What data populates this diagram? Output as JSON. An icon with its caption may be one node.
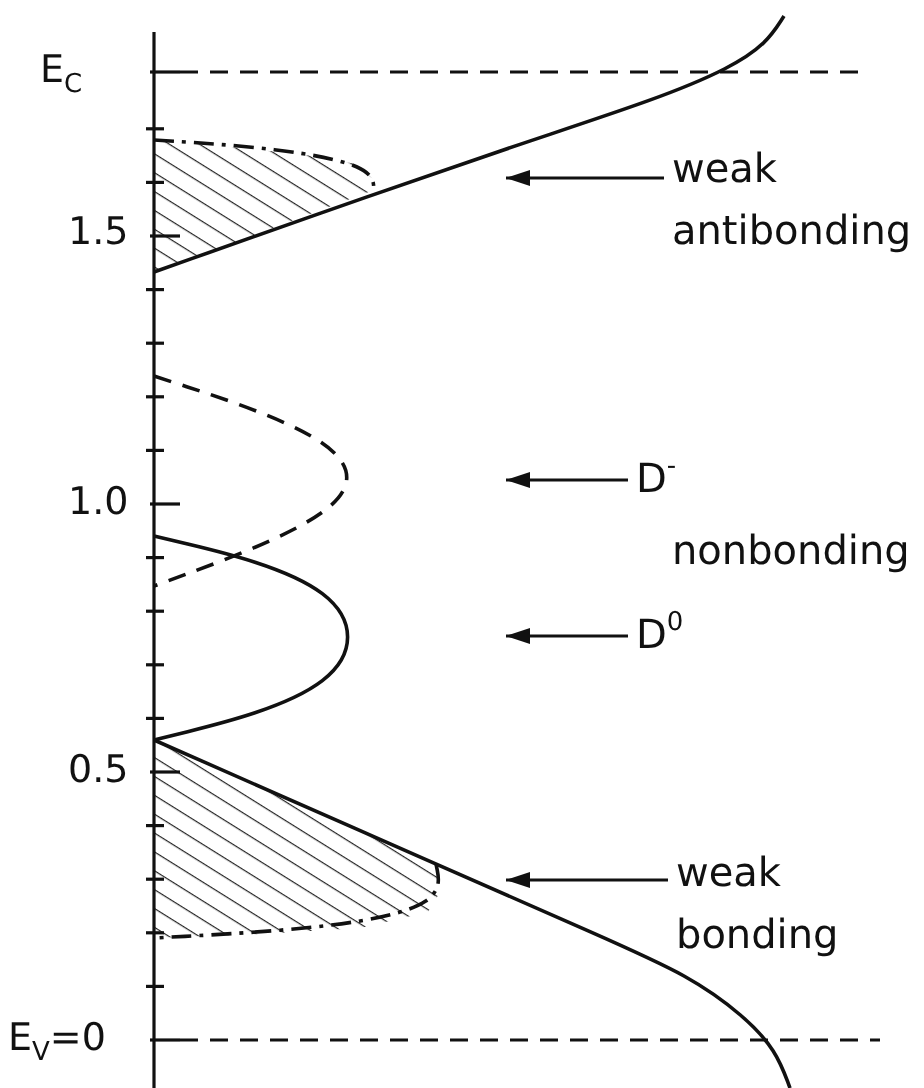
{
  "diagram": {
    "nodes": [
      {
        "text": [
          "weak antibonding"
        ]
      },
      {
        "text": [
          "D$^{-}$"
        ]
      },
      {
        "text": [
          "nonbonding"
        ]
      },
      {
        "text": [
          "D$^{0}$"
        ]
      },
      {
        "text": [
          "weak bonding"
        ]
      }
    ],
    "edges": [
      {
        "from": 0,
        "to": null,
        "arrow": "to"
      },
      {
        "from": 1,
        "to": null,
        "arrow": "to"
      },
      {
        "from": 3,
        "to": null,
        "arrow": "to"
      },
      {
        "from": 4,
        "to": null,
        "arrow": "to"
      }
    ],
    "labels": [
      "E$_{C}$",
      "1.5",
      "1.0",
      "0.5",
      "E$_{V}$=0"
    ]
  }
}
